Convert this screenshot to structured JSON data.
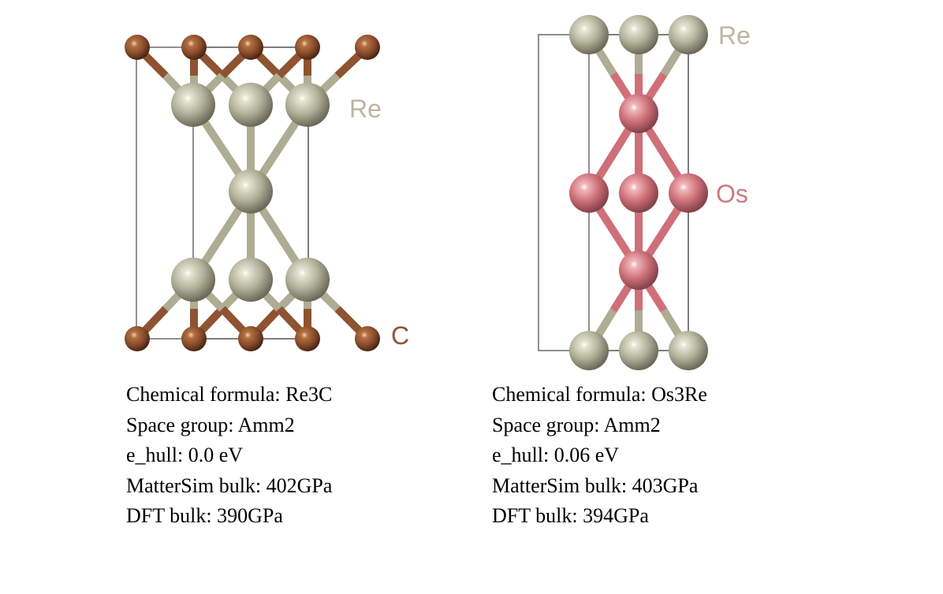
{
  "colors": {
    "Re": "#b9b8a0",
    "C": "#8e5330",
    "Os": "#d27a80",
    "cell": "#555555",
    "text": "#000000"
  },
  "structures": [
    {
      "id": "re3c",
      "labels": {
        "re": "Re",
        "c": "C"
      },
      "info": {
        "formula": "Chemical formula: Re3C",
        "space_group": "Space group: Amm2",
        "e_hull": "e_hull: 0.0 eV",
        "mattersim_bulk": "MatterSim bulk: 402GPa",
        "dft_bulk": "DFT bulk: 390GPa"
      }
    },
    {
      "id": "os3re",
      "labels": {
        "re": "Re",
        "os": "Os"
      },
      "info": {
        "formula": "Chemical formula: Os3Re",
        "space_group": "Space group: Amm2",
        "e_hull": "e_hull: 0.06 eV",
        "mattersim_bulk": "MatterSim bulk: 403GPa",
        "dft_bulk": "DFT bulk: 394GPa"
      }
    }
  ]
}
